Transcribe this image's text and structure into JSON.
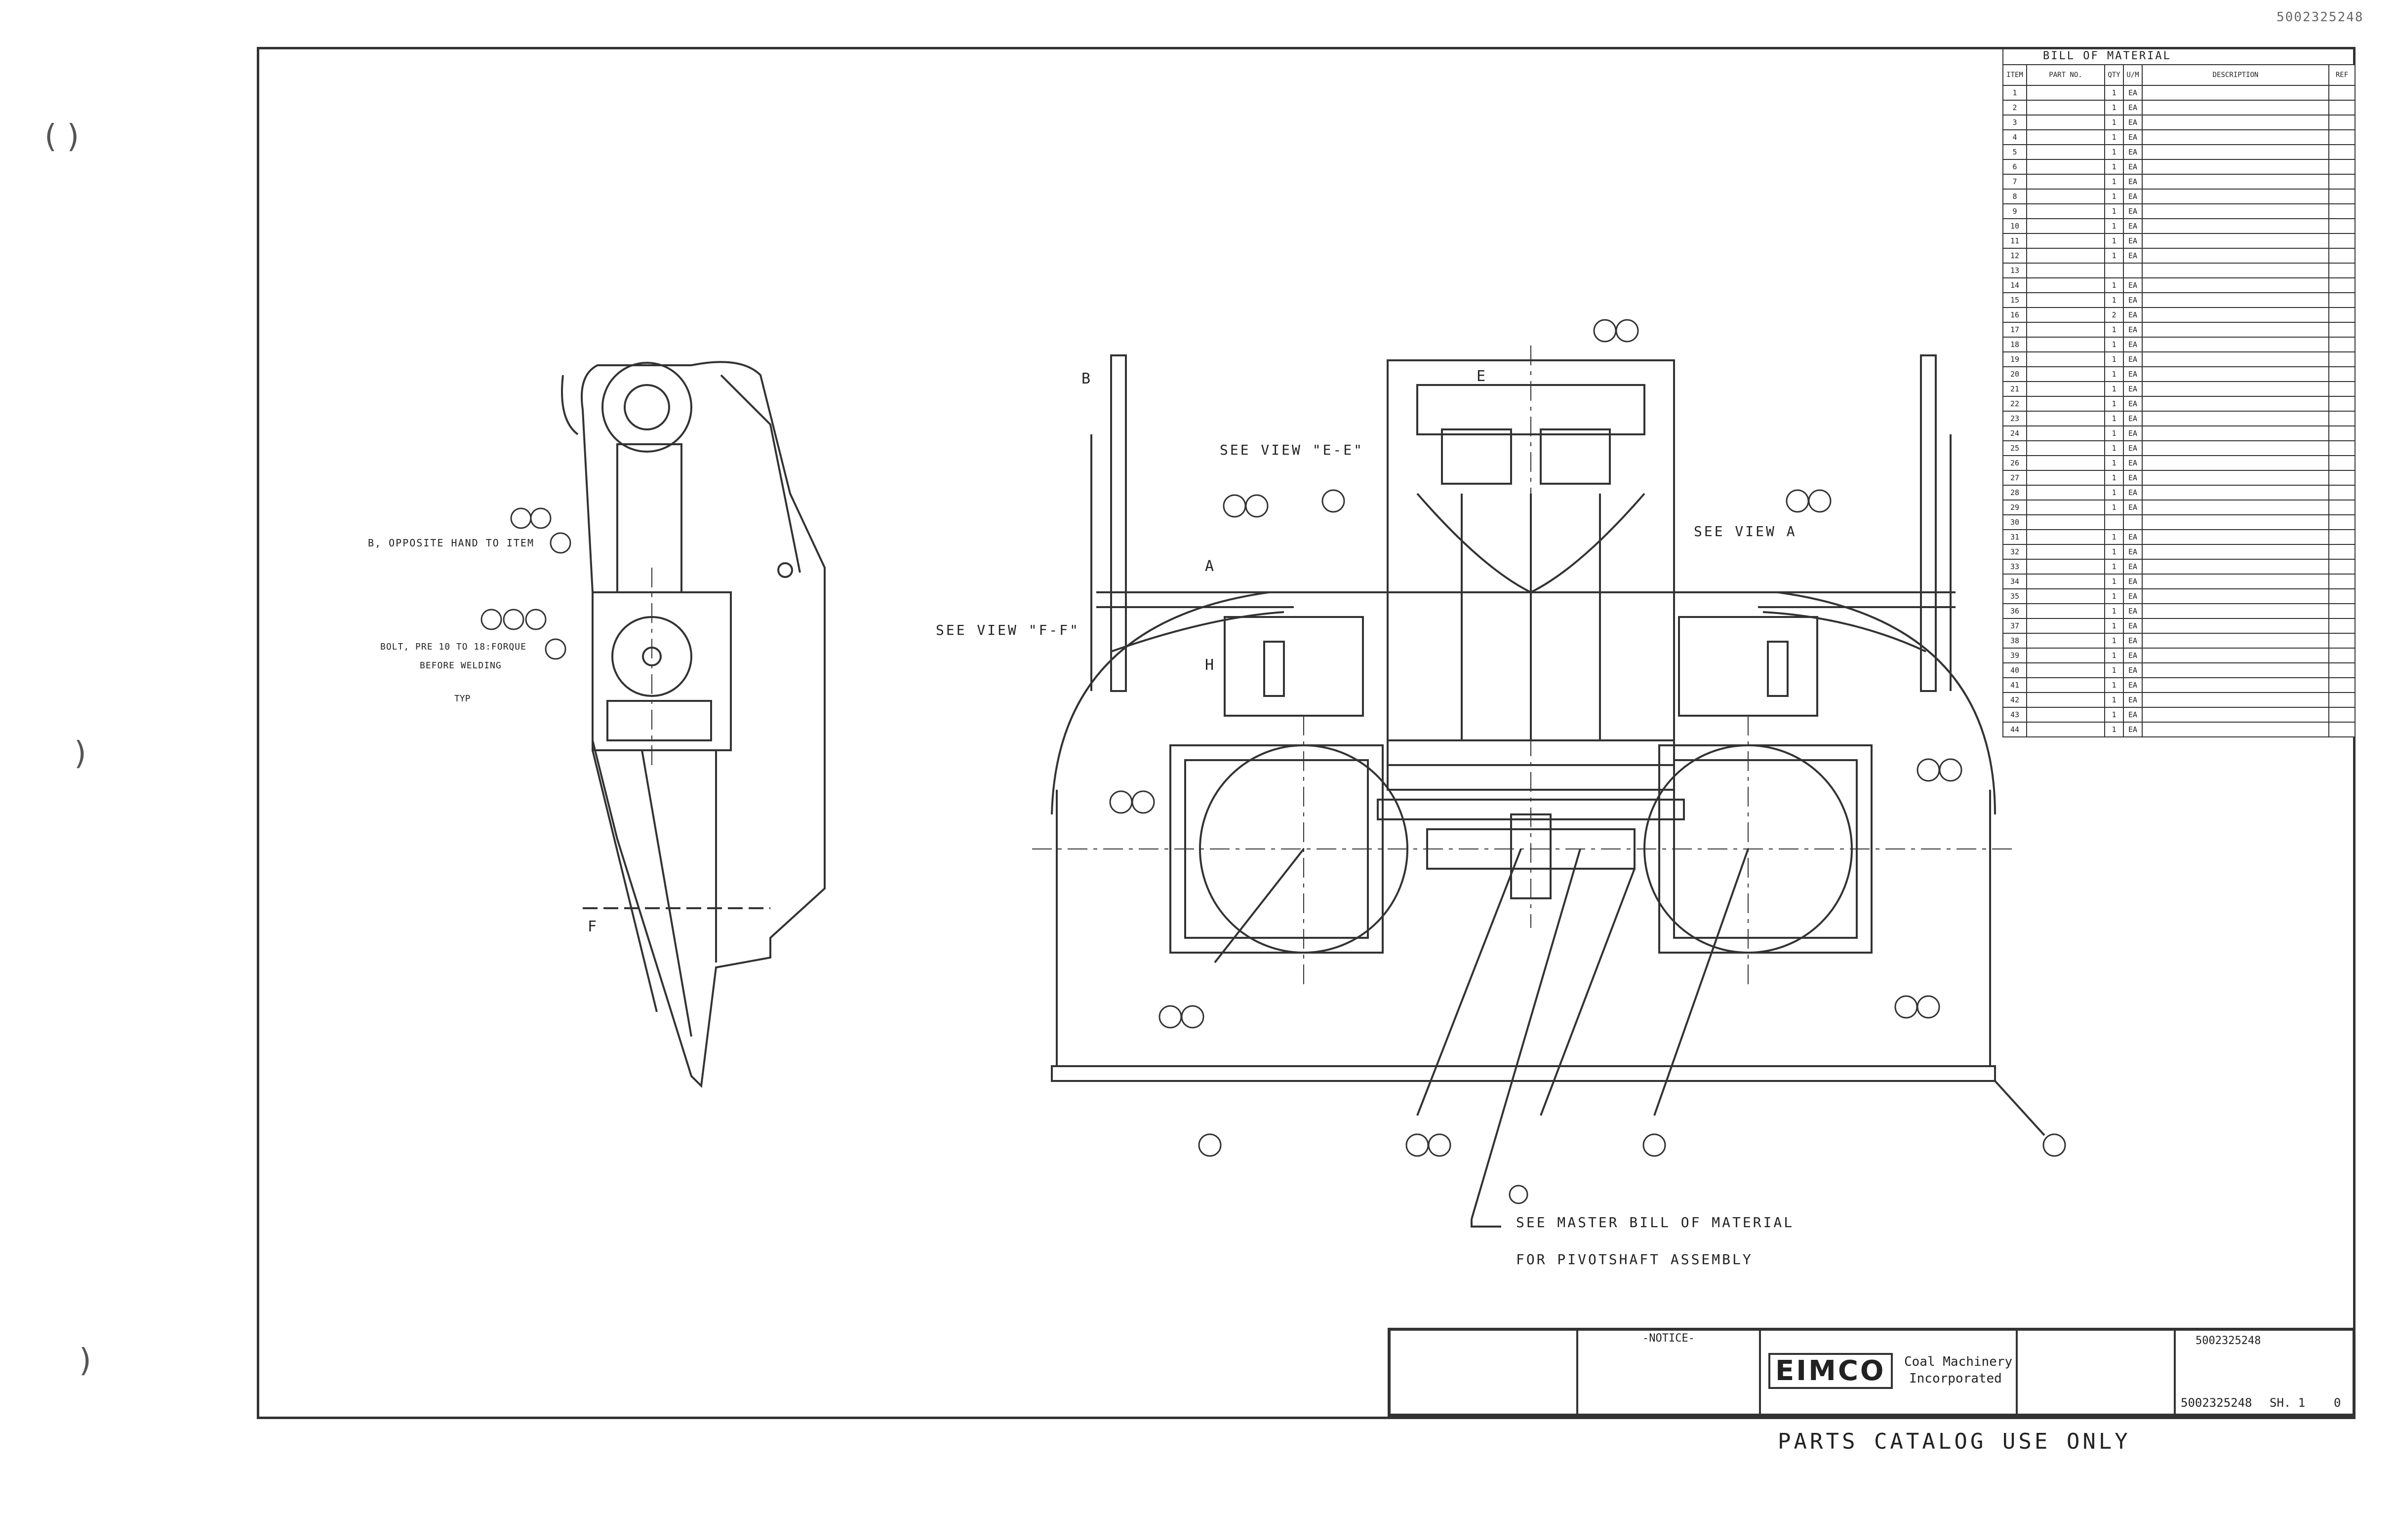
{
  "doc_stamp": "5002325248",
  "footer_note": "PARTS CATALOG USE ONLY",
  "callouts": {
    "see_view_ee": "SEE VIEW \"E-E\"",
    "see_view_ff": "SEE VIEW \"F-F\"",
    "see_view_a": "SEE VIEW A",
    "opposite_hand": "B, OPPOSITE HAND TO ITEM",
    "torque_note_1": "BOLT, PRE 10 TO 18:FORQUE",
    "torque_note_2": "BEFORE WELDING",
    "typ_label": "TYP",
    "master_bom_line1": "SEE MASTER BILL OF MATERIAL",
    "master_bom_line2": "FOR PIVOTSHAFT ASSEMBLY",
    "section_e": "E",
    "section_f": "F",
    "section_h": "H",
    "section_a": "A",
    "section_b": "B"
  },
  "bom": {
    "title": "BILL OF MATERIAL",
    "headers": [
      "ITEM",
      "PART NO.",
      "QTY",
      "U/M",
      "DESCRIPTION",
      "REF"
    ],
    "rows": [
      [
        "1",
        "",
        "1",
        "EA",
        "",
        ""
      ],
      [
        "2",
        "",
        "1",
        "EA",
        "",
        ""
      ],
      [
        "3",
        "",
        "1",
        "EA",
        "",
        ""
      ],
      [
        "4",
        "",
        "1",
        "EA",
        "",
        ""
      ],
      [
        "5",
        "",
        "1",
        "EA",
        "",
        ""
      ],
      [
        "6",
        "",
        "1",
        "EA",
        "",
        ""
      ],
      [
        "7",
        "",
        "1",
        "EA",
        "",
        ""
      ],
      [
        "8",
        "",
        "1",
        "EA",
        "",
        ""
      ],
      [
        "9",
        "",
        "1",
        "EA",
        "",
        ""
      ],
      [
        "10",
        "",
        "1",
        "EA",
        "",
        ""
      ],
      [
        "11",
        "",
        "1",
        "EA",
        "",
        ""
      ],
      [
        "12",
        "",
        "1",
        "EA",
        "",
        ""
      ],
      [
        "13",
        "",
        "",
        "",
        "",
        ""
      ],
      [
        "14",
        "",
        "1",
        "EA",
        "",
        ""
      ],
      [
        "15",
        "",
        "1",
        "EA",
        "",
        ""
      ],
      [
        "16",
        "",
        "2",
        "EA",
        "",
        ""
      ],
      [
        "17",
        "",
        "1",
        "EA",
        "",
        ""
      ],
      [
        "18",
        "",
        "1",
        "EA",
        "",
        ""
      ],
      [
        "19",
        "",
        "1",
        "EA",
        "",
        ""
      ],
      [
        "20",
        "",
        "1",
        "EA",
        "",
        ""
      ],
      [
        "21",
        "",
        "1",
        "EA",
        "",
        ""
      ],
      [
        "22",
        "",
        "1",
        "EA",
        "",
        ""
      ],
      [
        "23",
        "",
        "1",
        "EA",
        "",
        ""
      ],
      [
        "24",
        "",
        "1",
        "EA",
        "",
        ""
      ],
      [
        "25",
        "",
        "1",
        "EA",
        "",
        ""
      ],
      [
        "26",
        "",
        "1",
        "EA",
        "",
        ""
      ],
      [
        "27",
        "",
        "1",
        "EA",
        "",
        ""
      ],
      [
        "28",
        "",
        "1",
        "EA",
        "",
        ""
      ],
      [
        "29",
        "",
        "1",
        "EA",
        "",
        ""
      ],
      [
        "30",
        "",
        "",
        "",
        "",
        ""
      ],
      [
        "31",
        "",
        "1",
        "EA",
        "",
        ""
      ],
      [
        "32",
        "",
        "1",
        "EA",
        "",
        ""
      ],
      [
        "33",
        "",
        "1",
        "EA",
        "",
        ""
      ],
      [
        "34",
        "",
        "1",
        "EA",
        "",
        ""
      ],
      [
        "35",
        "",
        "1",
        "EA",
        "",
        ""
      ],
      [
        "36",
        "",
        "1",
        "EA",
        "",
        ""
      ],
      [
        "37",
        "",
        "1",
        "EA",
        "",
        ""
      ],
      [
        "38",
        "",
        "1",
        "EA",
        "",
        ""
      ],
      [
        "39",
        "",
        "1",
        "EA",
        "",
        ""
      ],
      [
        "40",
        "",
        "1",
        "EA",
        "",
        ""
      ],
      [
        "41",
        "",
        "1",
        "EA",
        "",
        ""
      ],
      [
        "42",
        "",
        "1",
        "EA",
        "",
        ""
      ],
      [
        "43",
        "",
        "1",
        "EA",
        "",
        ""
      ],
      [
        "44",
        "",
        "1",
        "EA",
        "",
        ""
      ]
    ]
  },
  "title_block": {
    "notice_title": "-NOTICE-",
    "logo": "EIMCO",
    "company_line1": "Coal Machinery",
    "company_line2": "Incorporated",
    "drawing_no": "5002325248",
    "sheet": "SH. 1",
    "rev": "0"
  }
}
